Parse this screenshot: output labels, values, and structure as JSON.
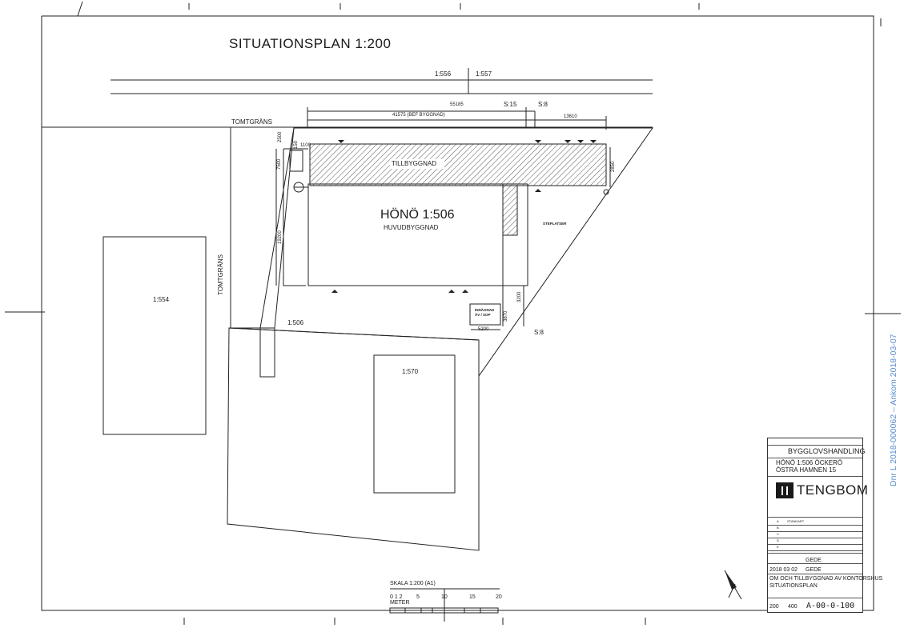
{
  "title": "SITUATIONSPLAN  1:200",
  "labels": {
    "plot_1556": "1:556",
    "plot_1557": "1:557",
    "tomtgrans_top": "TOMTGRÄNS",
    "tomtgrans_side": "TOMTGRÄNS",
    "plot_1554": "1:554",
    "plot_1506": "1:506",
    "plot_1570": "1:570",
    "building_name": "HÖNÖ  1:506",
    "main_building": "HUVUDBYGGNAD",
    "extension": "TILLBYGGNAD",
    "parking": "STEPLATSER",
    "shed": "INNÄGNAD\nÅV / SOP",
    "s15": "S:15",
    "s8_top": "S:8",
    "s8_mid": "S:8"
  },
  "dimensions": {
    "d55185": "55185",
    "d41575": "41575  (BEF BYGGNAD)",
    "d13610": "13610",
    "d2500": "2500",
    "d7500": "7500",
    "d150": "150",
    "d1100": "1100",
    "d2850": "2850",
    "d19200": "19200",
    "d3870": "3870",
    "d3200": "3200",
    "d5200": "5200"
  },
  "scale_bar": {
    "label": "SKALA 1:200 (A1)",
    "ticks": [
      "0 1 2",
      "5",
      "10",
      "15",
      "20"
    ],
    "unit": "METER"
  },
  "title_block": {
    "header": "BYGGLOVSHANDLING",
    "project_line1": "HÖNÖ 1:506   ÖCKERÖ",
    "project_line2": "ÖSTRA HAMNEN 15",
    "company": "TENGBOM",
    "drawing_by": "GEDE",
    "checked_by": "GEDE",
    "date": "2018 03 02",
    "description_line1": "OM OCH TILLBYGGNAD AV KONTORSHUS",
    "description_line2": "SITUATIONSPLAN",
    "scale_a1": "200",
    "scale_a3": "400",
    "drawing_number": "A-00-0-100",
    "revisions": [
      "A",
      "B",
      "C",
      "D",
      "E"
    ],
    "revision_a_text": "STANDART"
  },
  "stamp": "Dnr L 2018-000062 – Ankom 2018-03-07",
  "colors": {
    "ink": "#1a1a1a",
    "stamp": "#5b8fcf"
  }
}
